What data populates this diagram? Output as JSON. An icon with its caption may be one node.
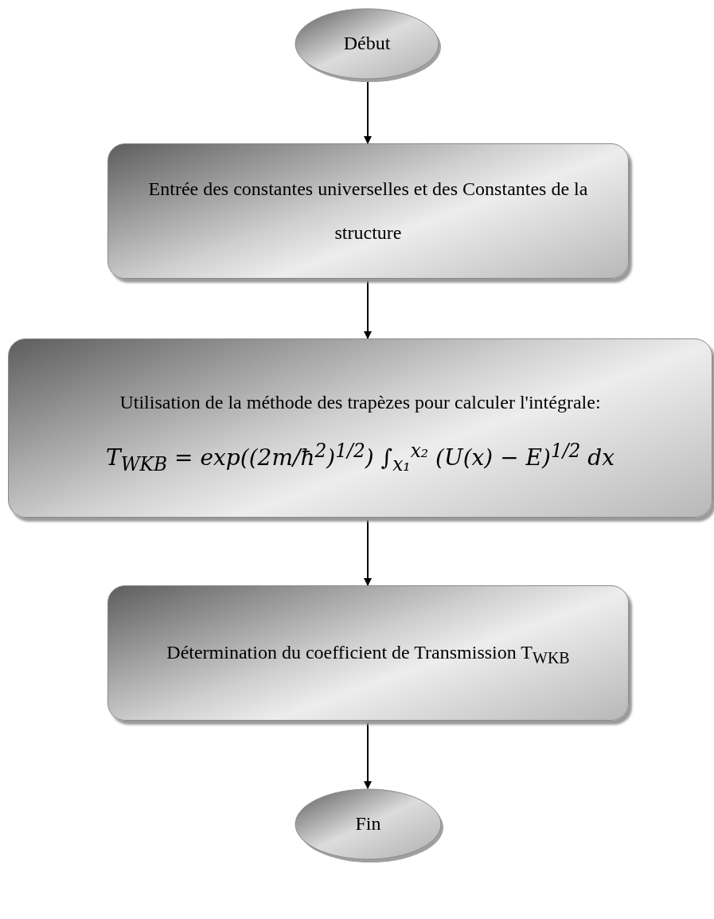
{
  "diagram": {
    "nodes": [
      {
        "text": [
          "Début"
        ]
      },
      {
        "text": [
          "Entrée des constantes universelles et des Constantes de la structure"
        ]
      },
      {
        "text": [
          "Utilisation de la méthode des trapèzes pour calculer l'intégrale:",
          "T$_{WKB}$ = exp((2m/ħ$^{2}$)$^{1/2}$) ∫$_{x₁}$$^{x₂}$ (U(x) − E)$^{1/2}$ dx"
        ]
      },
      {
        "text": [
          "Détermination du coefficient de Transmission T$_{WKB}$"
        ]
      },
      {
        "text": [
          "Fin"
        ]
      }
    ],
    "edges": [
      {
        "from": 0,
        "to": 1,
        "arrow": "to"
      },
      {
        "from": 1,
        "to": 2,
        "arrow": "to"
      },
      {
        "from": 2,
        "to": 3,
        "arrow": "to"
      },
      {
        "from": 3,
        "to": 4,
        "arrow": "to"
      }
    ]
  }
}
